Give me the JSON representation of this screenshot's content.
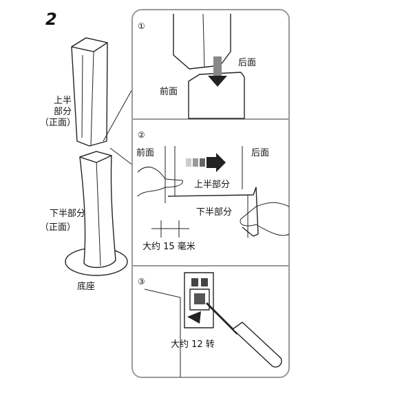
{
  "step_number": "2",
  "left": {
    "upper_label_1": "上半",
    "upper_label_2": "部分",
    "upper_label_3": "（正面）",
    "lower_label_1": "下半部分",
    "lower_label_2": "（正面）",
    "base_label": "底座"
  },
  "panel": {
    "step1": {
      "number": "①",
      "back": "后面",
      "front": "前面"
    },
    "step2": {
      "number": "②",
      "front": "前面",
      "back": "后面",
      "upper": "上半部分",
      "lower": "下半部分",
      "distance": "大约 15 毫米"
    },
    "step3": {
      "number": "③",
      "turns": "大约 12 转"
    }
  }
}
